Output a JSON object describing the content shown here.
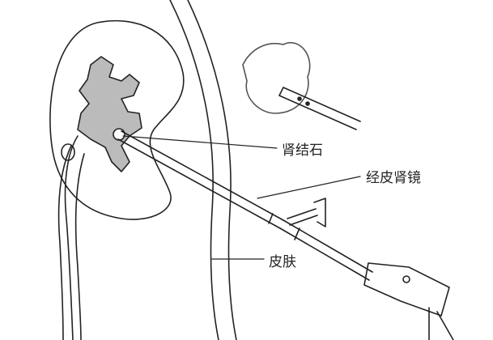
{
  "labels": {
    "kidney_stone": "肾结石",
    "nephroscope": "经皮肾镜",
    "skin": "皮肤"
  },
  "colors": {
    "line": "#222222",
    "stipple": "#555555"
  }
}
